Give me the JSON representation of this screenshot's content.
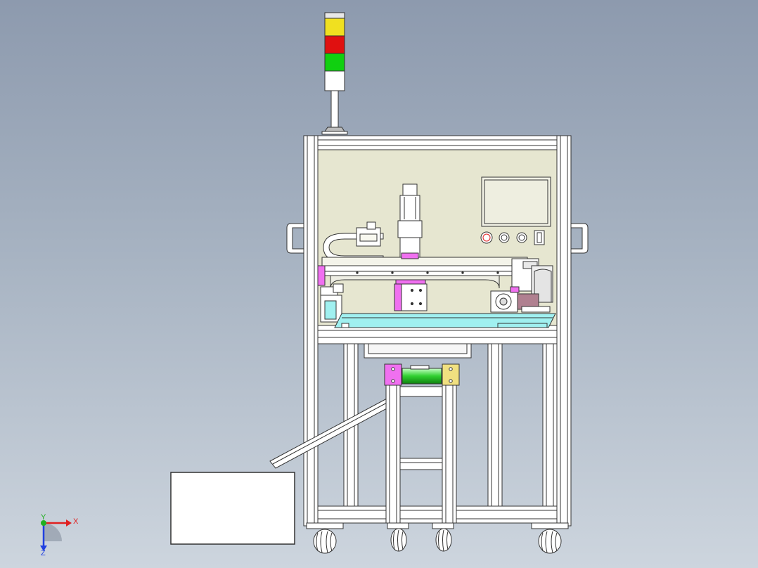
{
  "viewport": {
    "background_top": "#8d9aae",
    "background_bottom": "#cdd5de"
  },
  "triad": {
    "x_label": "X",
    "y_label": "Y",
    "z_label": "Z",
    "x_color": "#e02020",
    "y_color": "#20b020",
    "z_color": "#2040e0"
  },
  "signal_tower": {
    "lamps": [
      "#f0e020",
      "#e01010",
      "#10d010",
      "#ffffff"
    ]
  },
  "accent_colors": {
    "frame": "#ffffff",
    "panel": "#e6e6d0",
    "worktable": "#a0f0f0",
    "magenta_parts": "#f070f0",
    "cylinder": "#40e040",
    "yellow_block": "#f0e080"
  }
}
